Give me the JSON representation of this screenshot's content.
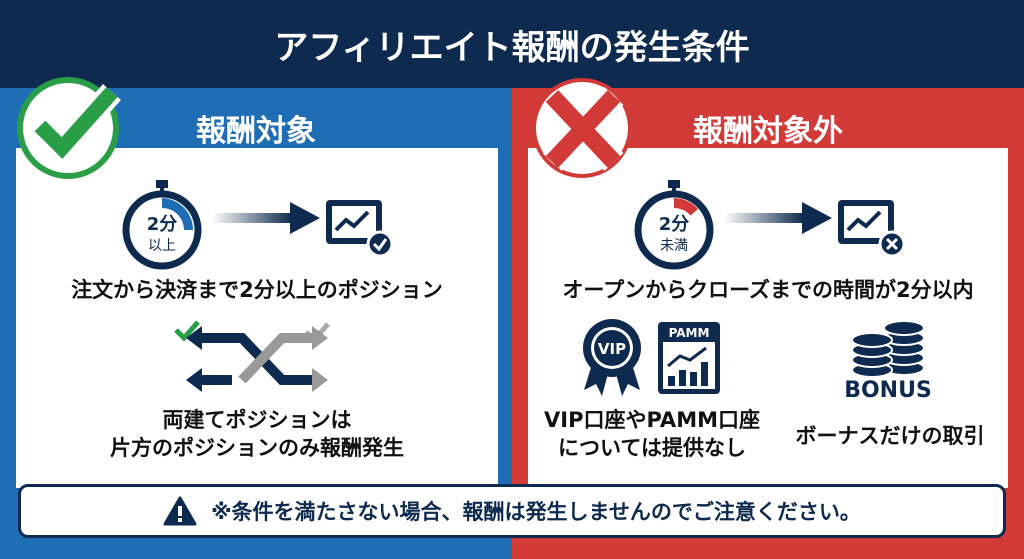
{
  "title": "アフィリエイト報酬の発生条件",
  "eligible": {
    "heading": "報酬対象",
    "timer_top": "2分",
    "timer_bottom": "以上",
    "condition1": "注文から決済まで2分以上のポジション",
    "condition2_line1": "両建てポジションは",
    "condition2_line2": "片方のポジションのみ報酬発生"
  },
  "ineligible": {
    "heading": "報酬対象外",
    "timer_top": "2分",
    "timer_bottom": "未満",
    "condition1": "オープンからクローズまでの時間が2分以内",
    "vip_badge": "VIP",
    "pamm_label": "PAMM",
    "condition2_line1": "VIP口座やPAMM口座",
    "condition2_line2": "については提供なし",
    "bonus_label": "BONUS",
    "condition3": "ボーナスだけの取引"
  },
  "note": "※条件を満たさない場合、報酬は発生しませんのでご注意ください。",
  "colors": {
    "navy": "#0f2a4f",
    "blue": "#1f6db5",
    "red": "#d23a38",
    "green": "#2a9d47"
  }
}
